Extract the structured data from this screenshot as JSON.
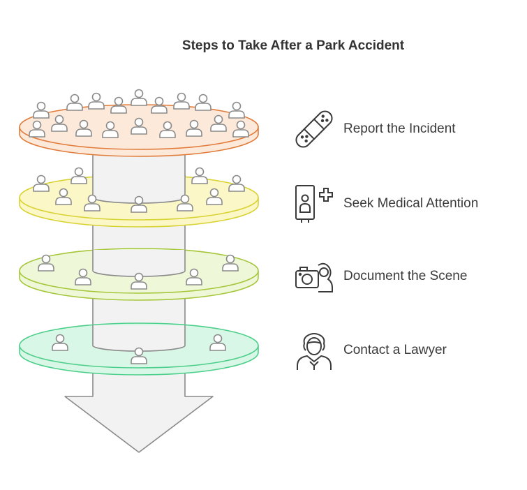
{
  "title": "Steps to Take After a Park Accident",
  "steps": [
    {
      "label": "Report the Incident",
      "icon": "bandage-icon",
      "fill": "#fde9d9",
      "stroke": "#e07b3a"
    },
    {
      "label": "Seek Medical Attention",
      "icon": "medical-badge-icon",
      "fill": "#fbf7c6",
      "stroke": "#d8d234"
    },
    {
      "label": "Document the Scene",
      "icon": "camera-person-icon",
      "fill": "#eef8d8",
      "stroke": "#a5c63a"
    },
    {
      "label": "Contact a Lawyer",
      "icon": "lawyer-icon",
      "fill": "#d9f7e6",
      "stroke": "#4ccf8a"
    }
  ],
  "colors": {
    "arrow_fill": "#f2f2f2",
    "arrow_stroke": "#8a8a8a",
    "person_fill": "#ffffff",
    "person_stroke": "#8a8a8a"
  }
}
